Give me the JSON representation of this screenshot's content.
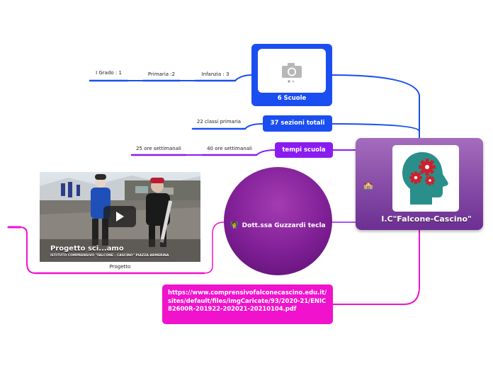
{
  "central": {
    "title": "I.C\"Falcone-Cascino\"",
    "icon": "head-gears-icon",
    "emoji_icon": "school-icon",
    "emoji": "🏫"
  },
  "branches": {
    "scuole": {
      "label": "6 Scuole",
      "image": "photo-placeholder-icon",
      "children": [
        "Infanzia : 3",
        "Primaria :2",
        "I Grado : 1"
      ]
    },
    "sezioni": {
      "label": "37 sezioni totali",
      "children": [
        "22 classi primaria"
      ]
    },
    "tempi": {
      "label": "tempi scuola",
      "children": [
        "40 ore settimanali",
        "25 ore settimanali"
      ]
    },
    "dott": {
      "label": "Dott.ssa Guzzardi tecla",
      "emoji_icon": "teacher-icon",
      "emoji": "👩‍🏫",
      "children": [
        "Progetto"
      ]
    },
    "url": {
      "label": "https://www.comprensivofalconecascino.edu.it/sites/default/files/imgCaricate/93/2020-21/ENIC82600R-201922-202021-20210104.pdf"
    }
  },
  "video": {
    "title": "Progetto sci...amo",
    "subtitle": "ISTITUTO COMPRENSIVO \"FALCONE - CASCINO\"   PIAZZA ARMERINA",
    "play_icon": "play-icon"
  },
  "colors": {
    "blue": "#1a4ef0",
    "purple": "#8a1cf0",
    "magenta": "#f012cc",
    "central_top": "#a46cbd",
    "central_bottom": "#6c2f92",
    "teal": "#2a8f8a",
    "gear": "#d01f2a"
  }
}
